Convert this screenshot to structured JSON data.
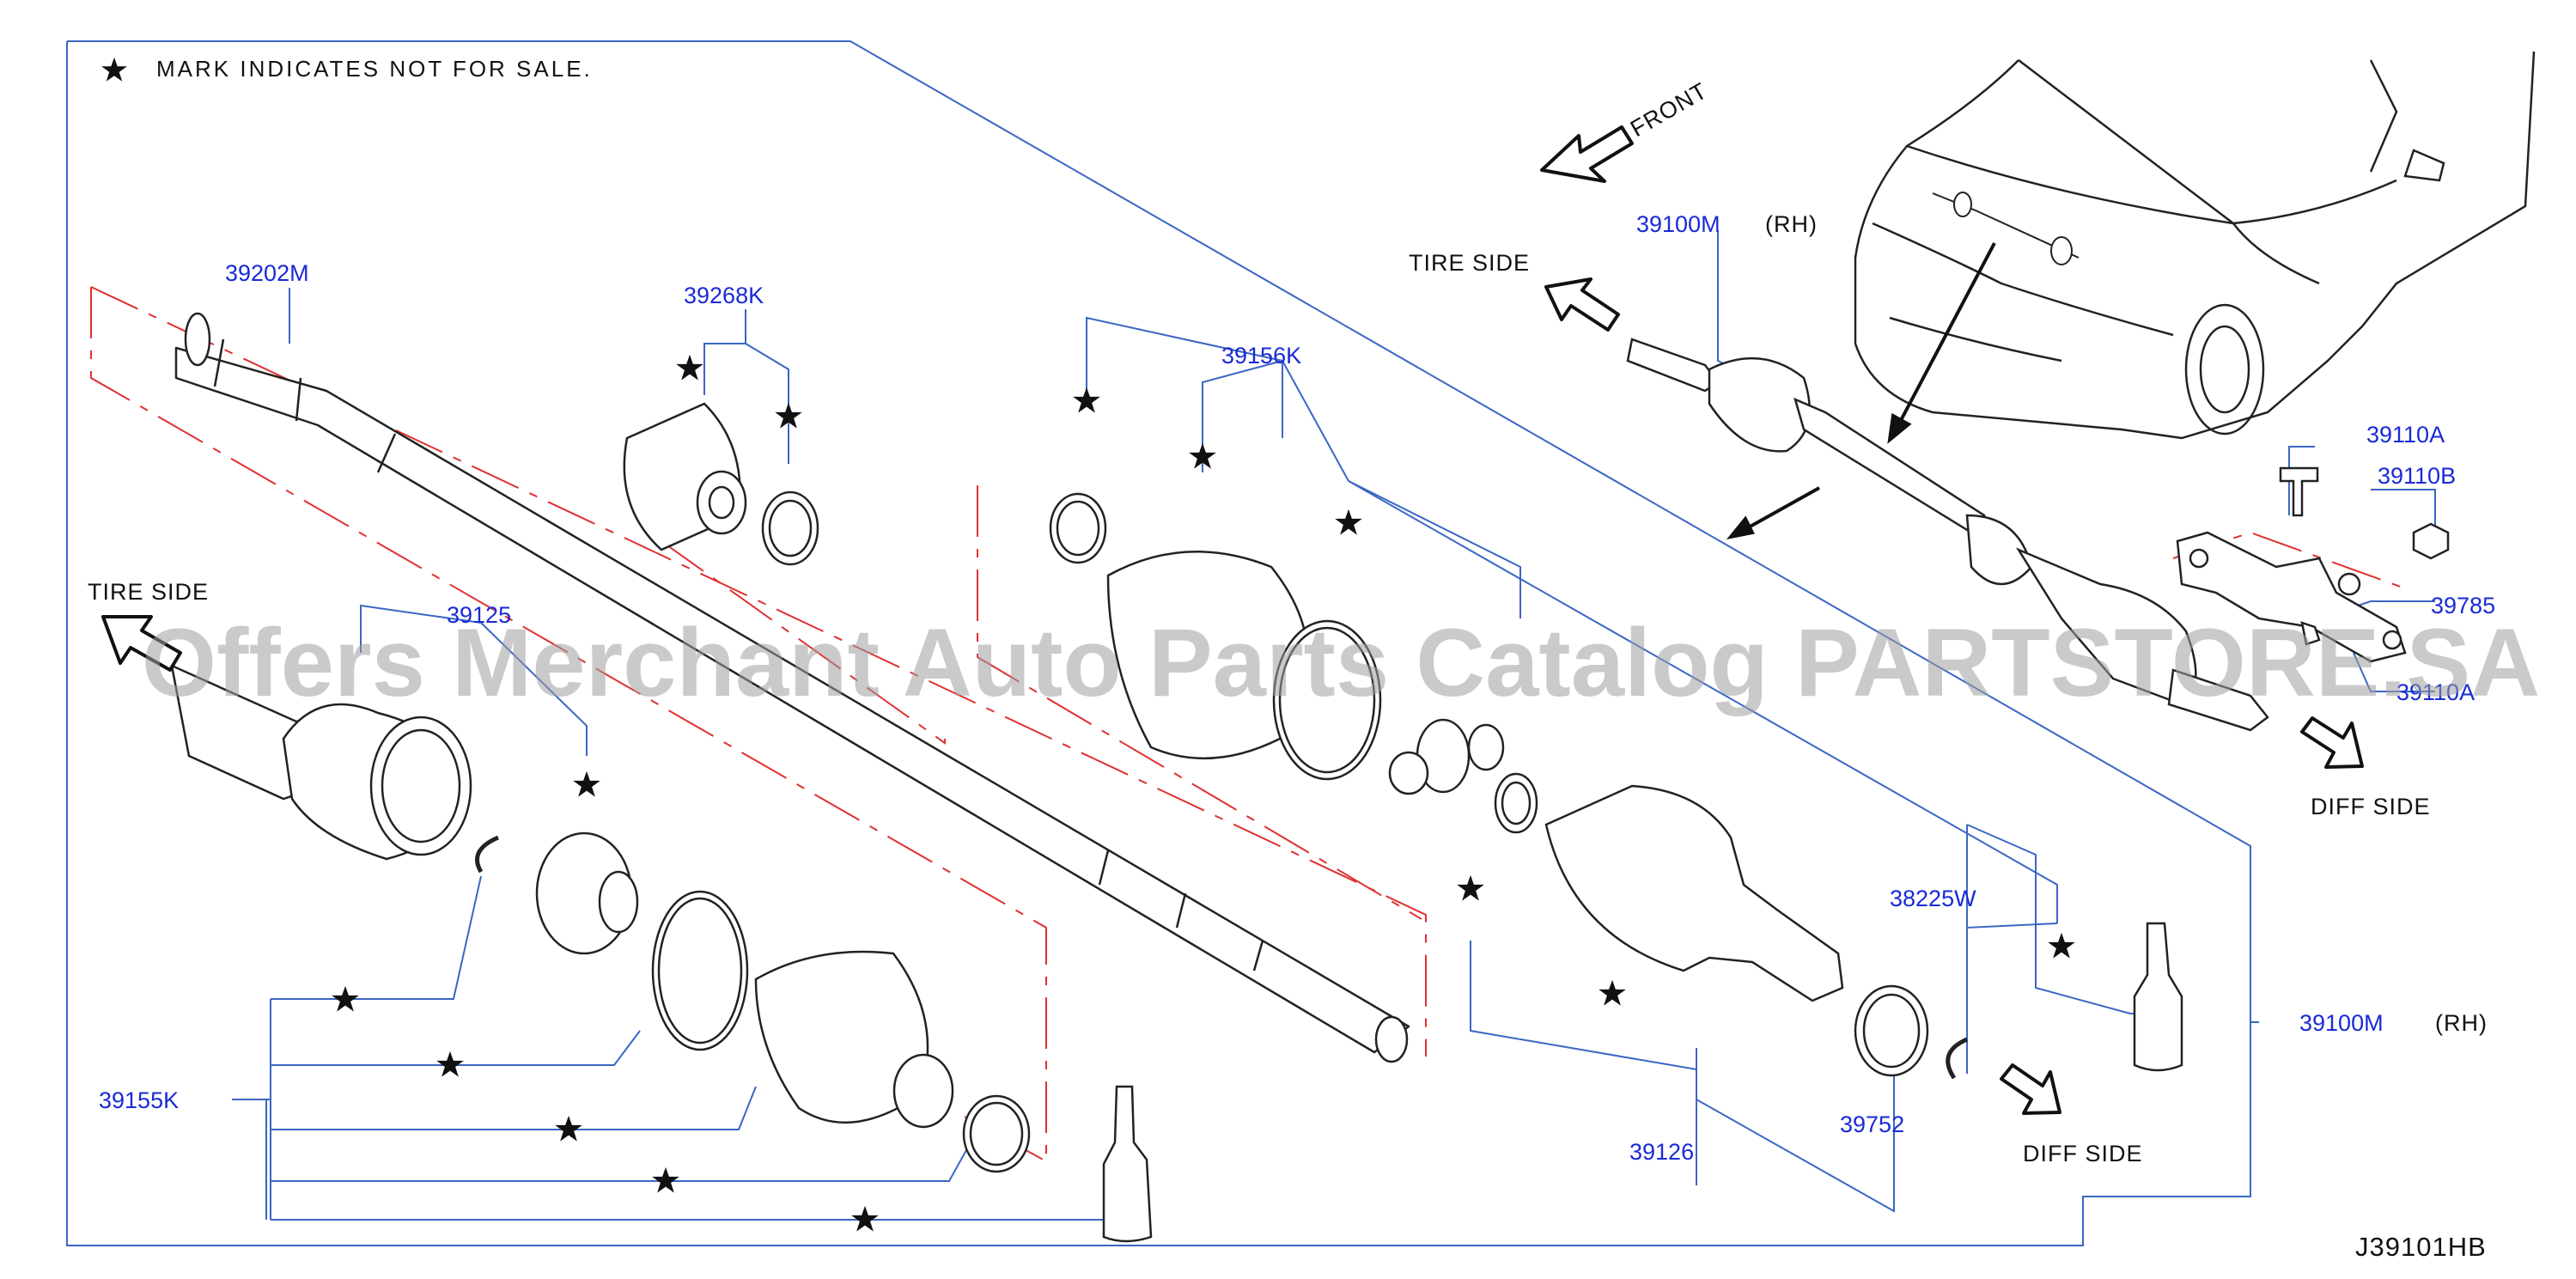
{
  "note": {
    "star": "★",
    "text": "MARK INDICATES NOT FOR SALE."
  },
  "diagram_code": "J39101HB",
  "watermark": "Offers Merchant Auto Parts Catalog PARTSTORE.SA",
  "directions": {
    "front": "FRONT",
    "tire_side_top": "TIRE SIDE",
    "tire_side_left": "TIRE SIDE",
    "diff_side_right": "DIFF SIDE",
    "diff_side_bottom": "DIFF SIDE"
  },
  "parts": {
    "p39202M": "39202M",
    "p39268K": "39268K",
    "p39156K": "39156K",
    "p39125": "39125",
    "p39155K": "39155K",
    "p39100M_top": "39100M",
    "rh_top": "(RH)",
    "p39110A_top": "39110A",
    "p39110B": "39110B",
    "p39785": "39785",
    "p39110A_bottom": "39110A",
    "p38225W": "38225W",
    "p39100M_right": "39100M",
    "rh_right": "(RH)",
    "p39126": "39126",
    "p39752": "39752"
  },
  "colors": {
    "leader": "#3a66c4",
    "label": "#1a2ad6",
    "outline": "#222222",
    "phantom": "#e03030"
  }
}
